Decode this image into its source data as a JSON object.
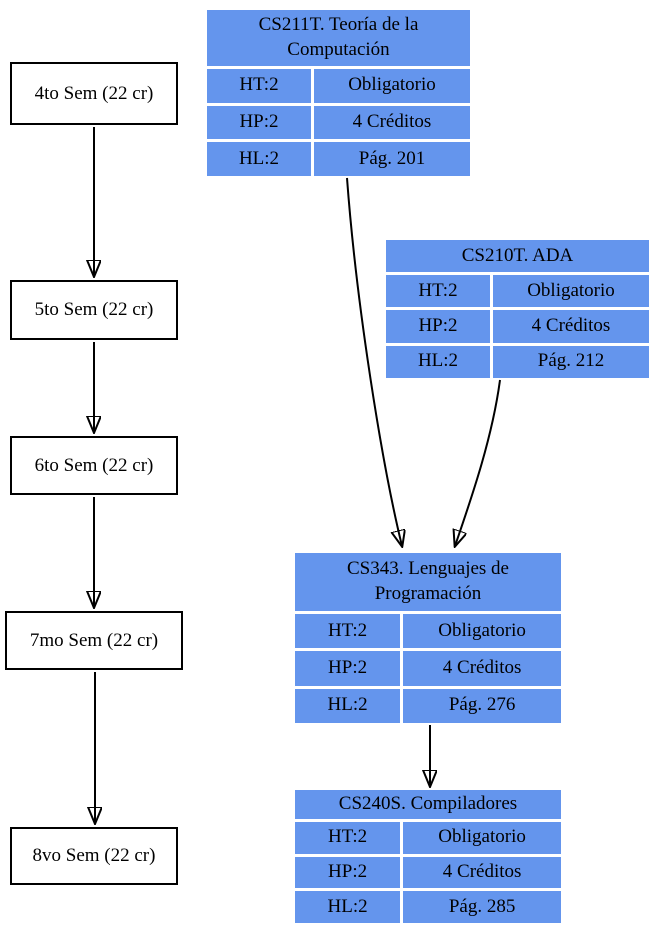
{
  "diagram_type": "course-prerequisite-flowchart",
  "colors": {
    "course_fill": "#6495ED",
    "edge": "#000000",
    "sem_fill": "#ffffff",
    "sem_border": "#000000",
    "background": "#ffffff"
  },
  "semesters": [
    {
      "label": "4to Sem (22 cr)"
    },
    {
      "label": "5to Sem (22 cr)"
    },
    {
      "label": "6to Sem (22 cr)"
    },
    {
      "label": "7mo Sem (22 cr)"
    },
    {
      "label": "8vo Sem (22 cr)"
    }
  ],
  "courses": [
    {
      "title": "CS211T. Teoría de la Computación",
      "rows": [
        [
          "HT:2",
          "Obligatorio"
        ],
        [
          "HP:2",
          "4 Créditos"
        ],
        [
          "HL:2",
          "Pág. 201"
        ]
      ]
    },
    {
      "title": "CS210T. ADA",
      "rows": [
        [
          "HT:2",
          "Obligatorio"
        ],
        [
          "HP:2",
          "4 Créditos"
        ],
        [
          "HL:2",
          "Pág. 212"
        ]
      ]
    },
    {
      "title": "CS343. Lenguajes de Programación",
      "rows": [
        [
          "HT:2",
          "Obligatorio"
        ],
        [
          "HP:2",
          "4 Créditos"
        ],
        [
          "HL:2",
          "Pág. 276"
        ]
      ]
    },
    {
      "title": "CS240S. Compiladores",
      "rows": [
        [
          "HT:2",
          "Obligatorio"
        ],
        [
          "HP:2",
          "4 Créditos"
        ],
        [
          "HL:2",
          "Pág. 285"
        ]
      ]
    }
  ],
  "edges": [
    {
      "from": "4to Sem (22 cr)",
      "to": "5to Sem (22 cr)"
    },
    {
      "from": "5to Sem (22 cr)",
      "to": "6to Sem (22 cr)"
    },
    {
      "from": "6to Sem (22 cr)",
      "to": "7mo Sem (22 cr)"
    },
    {
      "from": "7mo Sem (22 cr)",
      "to": "8vo Sem (22 cr)"
    },
    {
      "from": "CS211T. Teoría de la Computación",
      "to": "CS343. Lenguajes de Programación"
    },
    {
      "from": "CS210T. ADA",
      "to": "CS343. Lenguajes de Programación"
    },
    {
      "from": "CS343. Lenguajes de Programación",
      "to": "CS240S. Compiladores"
    }
  ]
}
